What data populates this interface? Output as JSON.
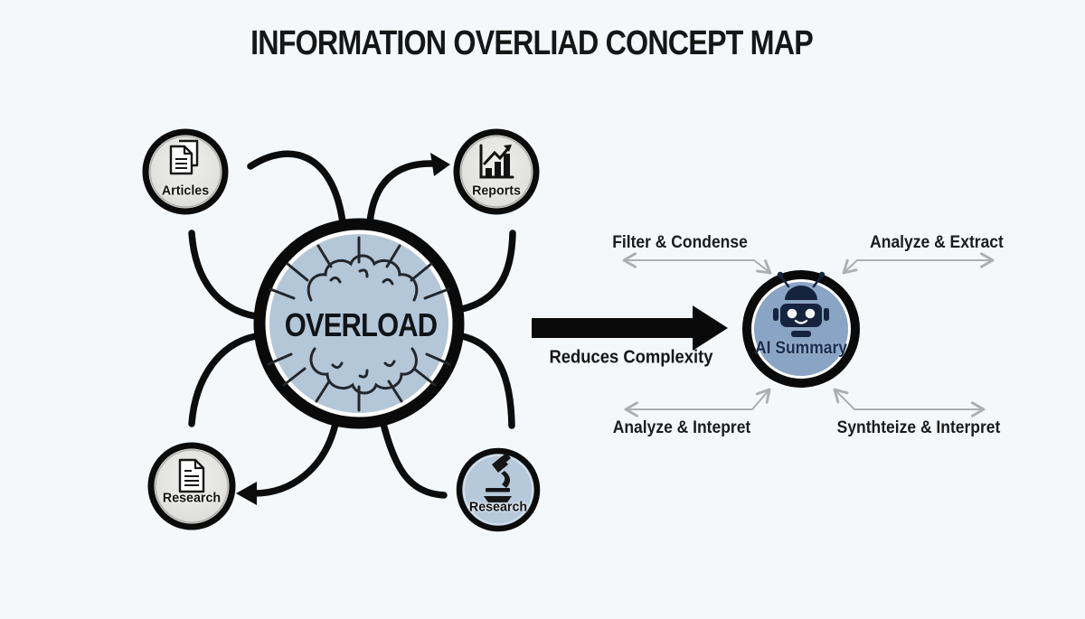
{
  "title": "INFORMATION OVERLIAD CONCEPT MAP",
  "center_node": {
    "label": "OVERLOAD",
    "icon": "overloaded-brain-icon"
  },
  "source_nodes": [
    {
      "label": "Articles",
      "icon": "documents-icon",
      "position": "top-left"
    },
    {
      "label": "Reports",
      "icon": "bar-chart-trend-icon",
      "position": "top-right"
    },
    {
      "label": "Research",
      "icon": "document-icon",
      "position": "bottom-left"
    },
    {
      "label": "Research",
      "icon": "microscope-icon",
      "position": "bottom-right"
    }
  ],
  "main_arrow": {
    "label": "Reduces Complexity",
    "direction": "right"
  },
  "ai_node": {
    "label": "AI Summary",
    "icon": "robot-icon"
  },
  "process_labels": [
    {
      "label": "Filter & Condense",
      "position": "top-left"
    },
    {
      "label": "Analyze & Extract",
      "position": "top-right"
    },
    {
      "label": "Analyze & Intepret",
      "position": "bottom-left"
    },
    {
      "label": "Synthteize & Interpret",
      "position": "bottom-right"
    }
  ],
  "colors": {
    "background": "#f4f8fb",
    "overload_fill": "#b4c7d9",
    "ai_fill": "#89a4c4",
    "gray_node_fill": "#e5e5e3",
    "blue_node_fill": "#b6c9db",
    "outline": "#0c0c0c",
    "gray_arrow": "#aeaeae",
    "ai_text_color": "#1b2d4f"
  }
}
